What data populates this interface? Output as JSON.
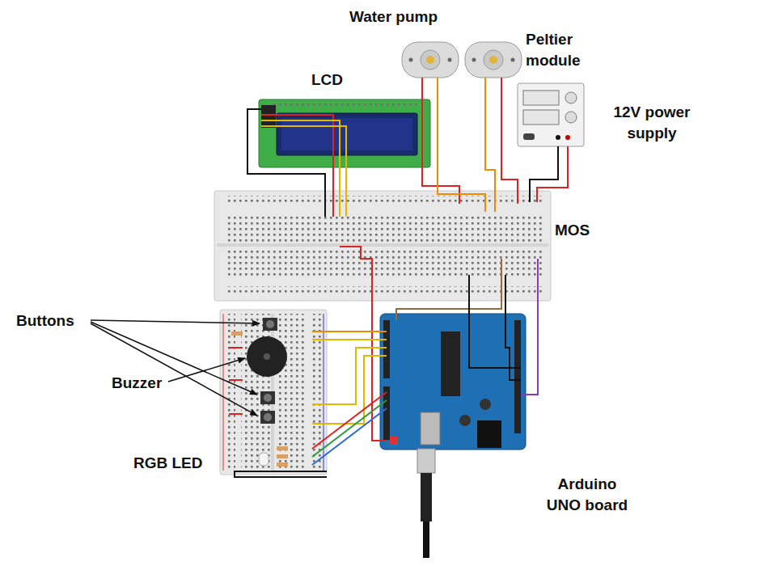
{
  "diagram": {
    "labels": [
      "Water pump",
      "Peltier module",
      "LCD",
      "12V power supply",
      "MOS",
      "Buttons",
      "Buzzer",
      "RGB LED",
      "Arduino UNO board"
    ]
  }
}
